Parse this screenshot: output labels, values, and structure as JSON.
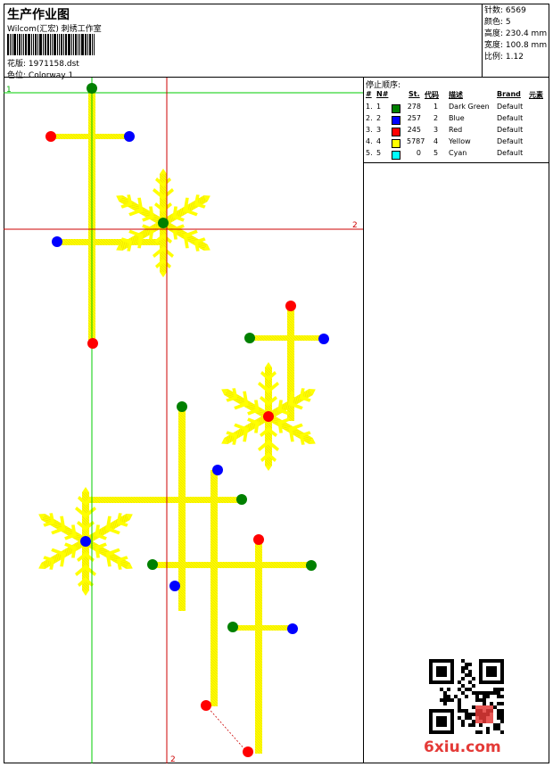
{
  "header": {
    "title": "生产作业图",
    "subtitle": "Wilcom(汇宏) 刺绣工作室",
    "pattern_label": "花版:",
    "pattern_value": "1971158.dst",
    "colorway_label": "色位:",
    "colorway_value": "Colorway 1"
  },
  "stats": {
    "stitches_label": "针数:",
    "stitches_value": "6569",
    "colors_label": "颜色:",
    "colors_value": "5",
    "height_label": "高度:",
    "height_value": "230.4 mm",
    "width_label": "宽度:",
    "width_value": "100.8 mm",
    "scale_label": "比例:",
    "scale_value": "1.12"
  },
  "stop_sequence": {
    "title": "停止顺序:",
    "headers": [
      "#",
      "N#",
      "St.",
      "代码",
      "描述",
      "Brand",
      "元素"
    ],
    "rows": [
      {
        "idx": "1.",
        "n": "1",
        "st": "278",
        "code": "1",
        "desc": "Dark Green",
        "brand": "Default",
        "color": "#008000"
      },
      {
        "idx": "2.",
        "n": "2",
        "st": "257",
        "code": "2",
        "desc": "Blue",
        "brand": "Default",
        "color": "#0000ff"
      },
      {
        "idx": "3.",
        "n": "3",
        "st": "245",
        "code": "3",
        "desc": "Red",
        "brand": "Default",
        "color": "#ff0000"
      },
      {
        "idx": "4.",
        "n": "4",
        "st": "5787",
        "code": "4",
        "desc": "Yellow",
        "brand": "Default",
        "color": "#ffff00"
      },
      {
        "idx": "5.",
        "n": "5",
        "st": "0",
        "code": "5",
        "desc": "Cyan",
        "brand": "Default",
        "color": "#00ffff"
      }
    ]
  },
  "guides": {
    "h_label_left": "1",
    "h_label_right": "2",
    "v_label": "2"
  },
  "watermark": "6xiu.com",
  "colors": {
    "thread_yellow": "#ffff00",
    "guide_green": "#00cc00",
    "guide_red": "#cc0000"
  }
}
